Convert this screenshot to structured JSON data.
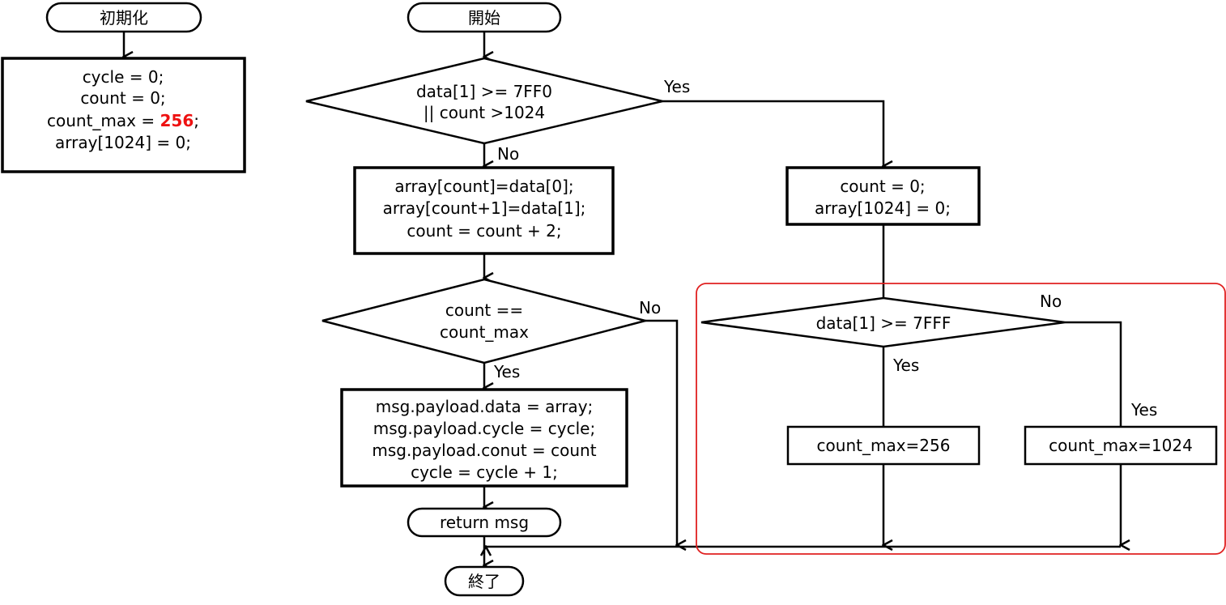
{
  "init_flow": {
    "start_label": "初期化",
    "init_box": {
      "lines": [
        "cycle = 0;",
        "count = 0;",
        "count_max = ",
        "array[1024] = 0;"
      ],
      "highlight_value": "256",
      "highlight_suffix": ";",
      "highlight_color": "#ee1111"
    }
  },
  "main_flow": {
    "start_label": "開始",
    "decision1": {
      "lines": [
        "data[1] >= 7FF0",
        "|| count >1024"
      ],
      "yes_label": "Yes",
      "no_label": "No"
    },
    "store_box": {
      "lines": [
        "array[count]=data[0];",
        "array[count+1]=data[1];",
        "count = count + 2;"
      ]
    },
    "decision2": {
      "lines": [
        "count ==",
        "count_max"
      ],
      "yes_label": "Yes",
      "no_label": "No"
    },
    "payload_box": {
      "lines": [
        "msg.payload.data = array;",
        "msg.payload.cycle = cycle;",
        "msg.payload.conut = count",
        "cycle = cycle + 1;"
      ]
    },
    "return_label": "return msg",
    "end_label": "終了"
  },
  "reset_flow": {
    "reset_box": {
      "lines": [
        "count = 0;",
        "array[1024] = 0;"
      ]
    },
    "decision3": {
      "lines": [
        "data[1] >= 7FFF"
      ],
      "yes_label": "Yes",
      "no_label": "No"
    },
    "box_256": "count_max=256",
    "no_yes_label": "Yes",
    "box_1024": "count_max=1024",
    "highlight_border_color": "#e02020"
  }
}
